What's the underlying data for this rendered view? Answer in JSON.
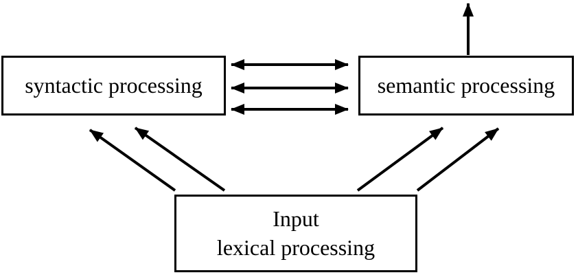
{
  "diagram": {
    "nodes": {
      "syntactic": {
        "label": "syntactic processing"
      },
      "semantic": {
        "label": "semantic processing"
      },
      "lexical": {
        "line1": "Input",
        "line2": "lexical processing"
      }
    },
    "edges": [
      {
        "from": "syntactic",
        "to": "semantic",
        "style": "bidirectional",
        "count": 3
      },
      {
        "from": "semantic",
        "to": "output-above",
        "style": "single-up",
        "count": 1
      },
      {
        "from": "lexical",
        "to": "syntactic",
        "style": "single-diagonal",
        "count": 2
      },
      {
        "from": "lexical",
        "to": "semantic",
        "style": "single-diagonal",
        "count": 2
      }
    ],
    "colors": {
      "line": "#000000",
      "text": "#000000",
      "box_border": "#000000",
      "box_fill": "#ffffff",
      "background": "#ffffff"
    }
  }
}
